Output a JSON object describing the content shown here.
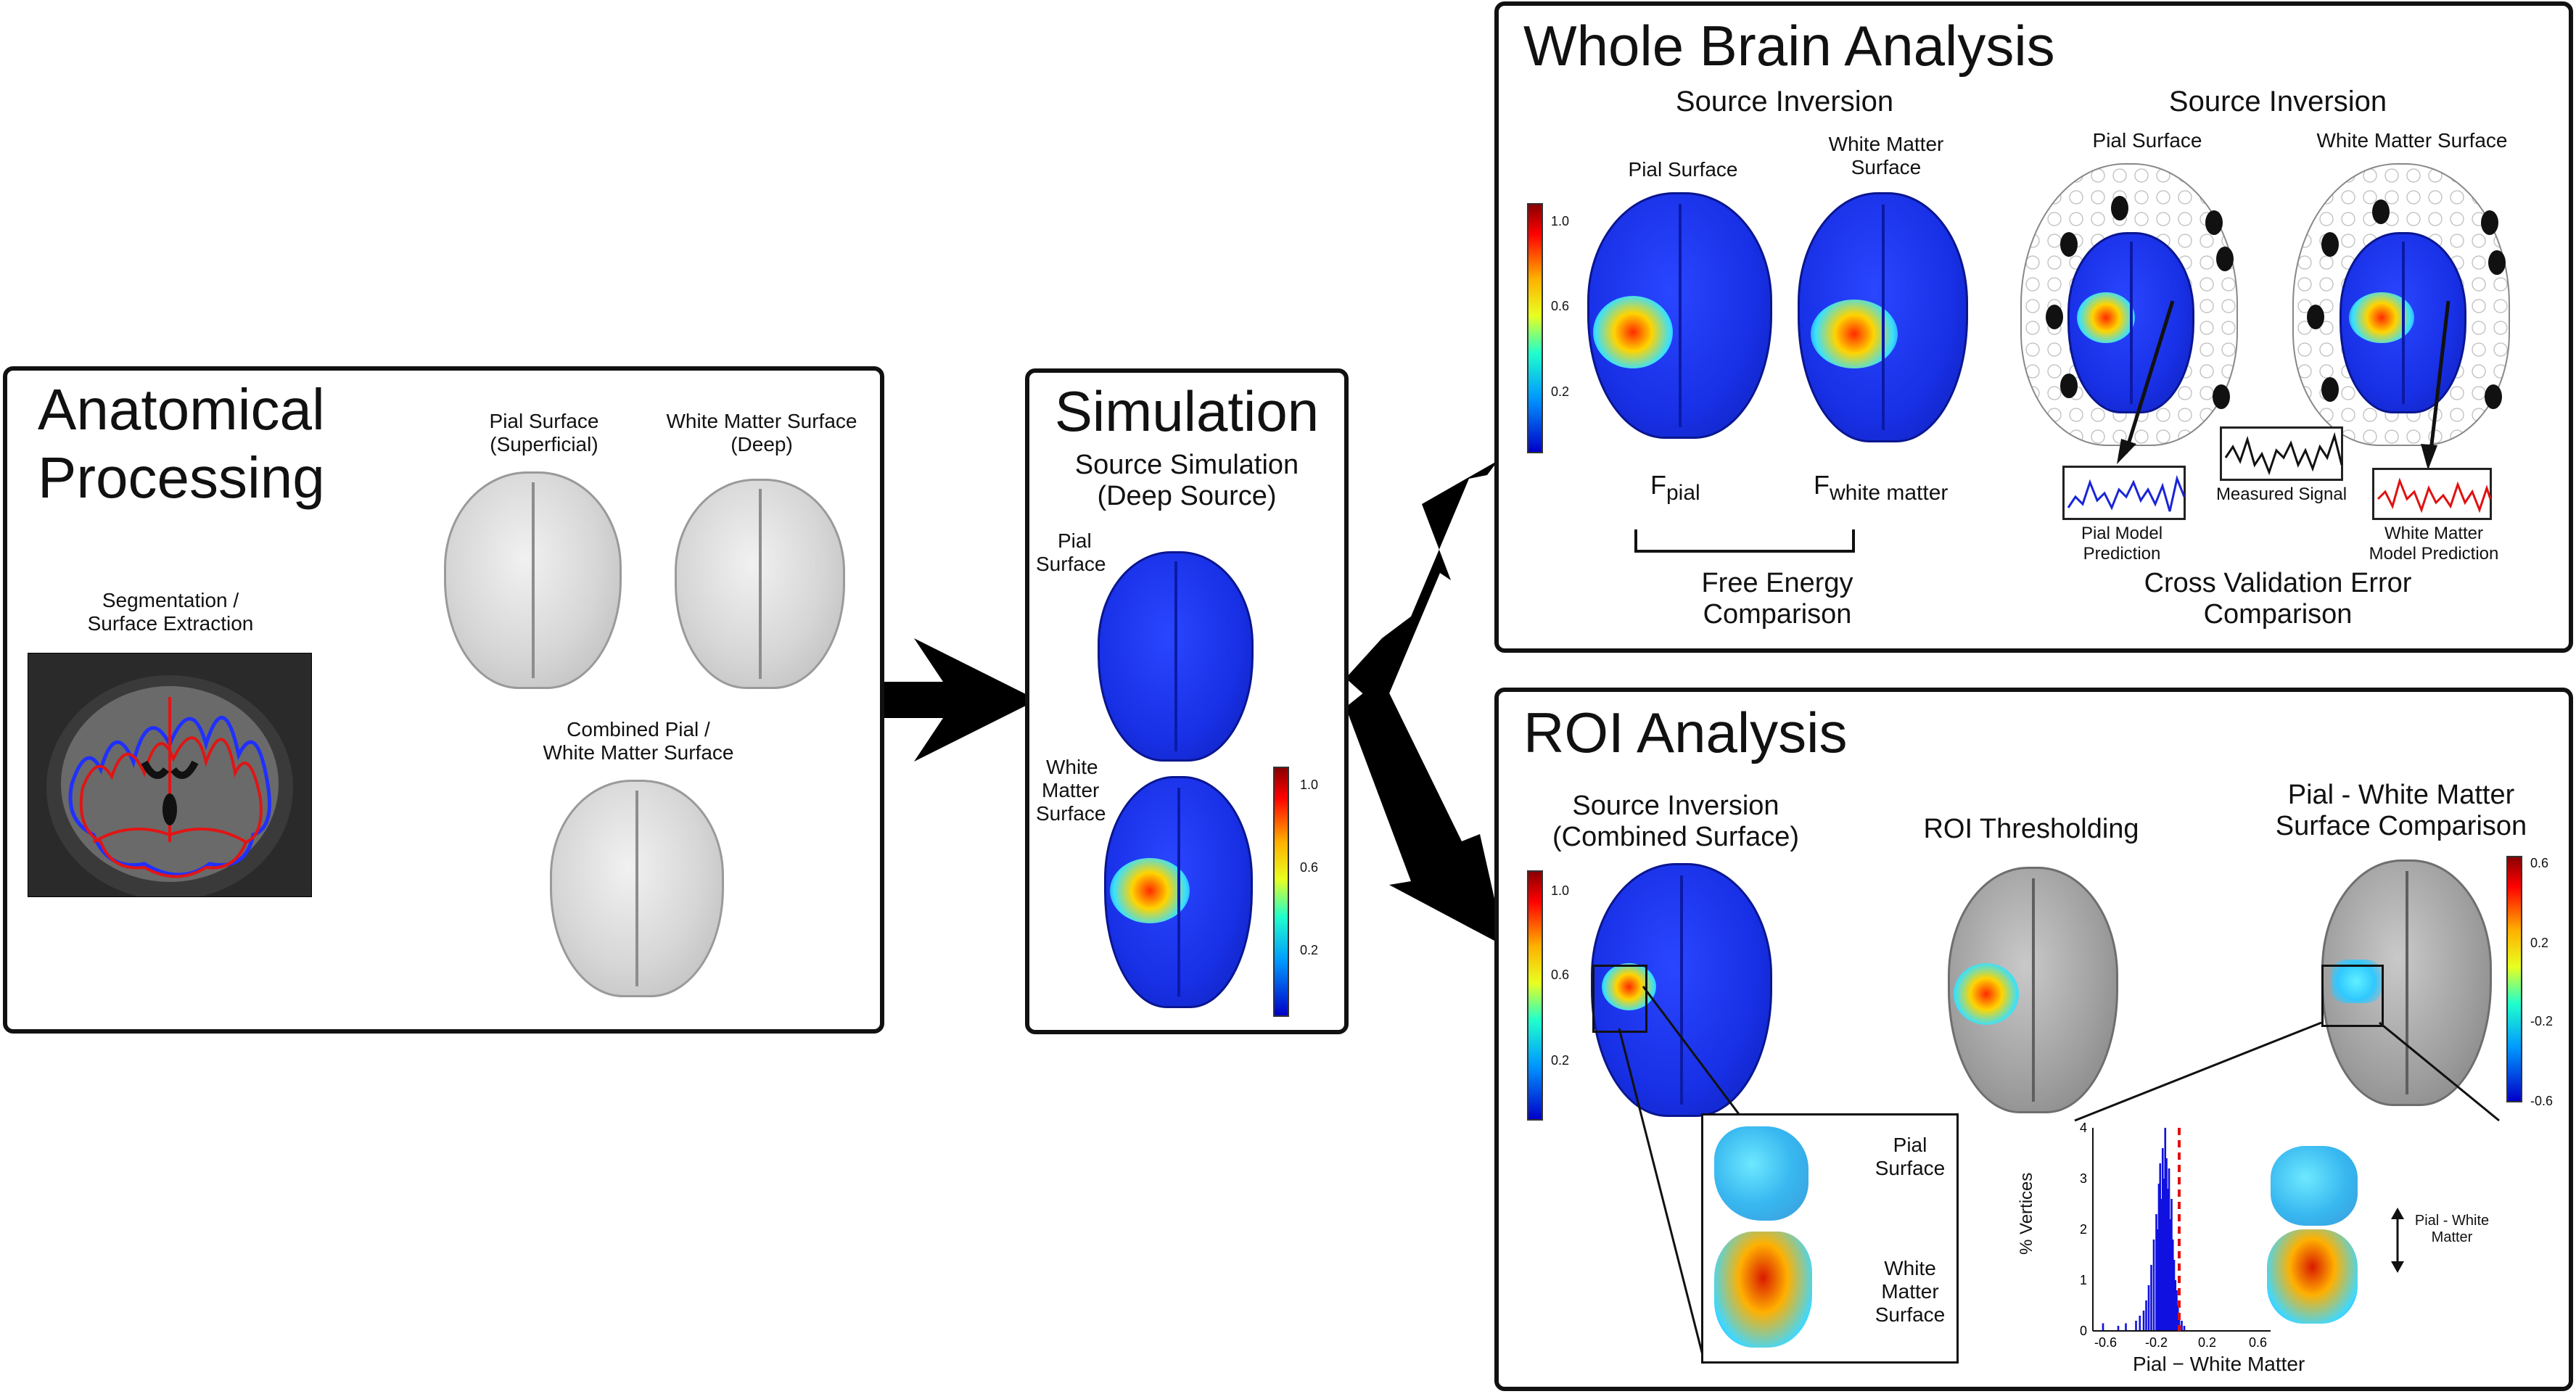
{
  "anatomical": {
    "title_line1": "Anatomical",
    "title_line2": "Processing",
    "segmentation_line1": "Segmentation /",
    "segmentation_line2": "Surface Extraction",
    "pial_line1": "Pial Surface",
    "pial_line2": "(Superficial)",
    "wm_line1": "White Matter Surface",
    "wm_line2": "(Deep)",
    "combined_line1": "Combined Pial /",
    "combined_line2": "White Matter Surface"
  },
  "simulation": {
    "title": "Simulation",
    "sub_line1": "Source Simulation",
    "sub_line2": "(Deep Source)",
    "pial_line1": "Pial",
    "pial_line2": "Surface",
    "wm_line1": "White",
    "wm_line2": "Matter",
    "wm_line3": "Surface",
    "colorbar_ticks": [
      "1.0",
      "0.6",
      "0.2"
    ]
  },
  "whole_brain": {
    "title": "Whole Brain Analysis",
    "left_heading": "Source Inversion",
    "right_heading": "Source Inversion",
    "pial_label": "Pial Surface",
    "wm_label_line1": "White Matter",
    "wm_label_line2": "Surface",
    "f_pial_base": "F",
    "f_pial_sub": "pial",
    "f_wm_base": "F",
    "f_wm_sub": "white matter",
    "free_energy_line1": "Free Energy",
    "free_energy_line2": "Comparison",
    "right_pial_label": "Pial Surface",
    "right_wm_label": "White Matter Surface",
    "measured_signal": "Measured Signal",
    "pial_pred_line1": "Pial Model",
    "pial_pred_line2": "Prediction",
    "wm_pred_line1": "White Matter",
    "wm_pred_line2": "Model Prediction",
    "cv_line1": "Cross Validation Error",
    "cv_line2": "Comparison",
    "colorbar_ticks": [
      "1.0",
      "0.6",
      "0.2"
    ]
  },
  "roi": {
    "title": "ROI Analysis",
    "inv_line1": "Source Inversion",
    "inv_line2": "(Combined Surface)",
    "thresholding": "ROI Thresholding",
    "comp_line1": "Pial - White Matter",
    "comp_line2": "Surface Comparison",
    "zoom_pial_line1": "Pial",
    "zoom_pial_line2": "Surface",
    "zoom_wm_line1": "White",
    "zoom_wm_line2": "Matter",
    "zoom_wm_line3": "Surface",
    "diff_line1": "Pial - White",
    "diff_line2": "Matter",
    "left_colorbar_ticks": [
      "1.0",
      "0.6",
      "0.2"
    ],
    "right_colorbar_ticks": [
      "0.6",
      "0.2",
      "-0.2",
      "-0.6"
    ]
  },
  "chart_data": {
    "type": "bar",
    "xlabel": "Pial − White Matter",
    "ylabel": "% Vertices",
    "xlim": [
      -0.7,
      0.7
    ],
    "ylim": [
      0,
      4
    ],
    "xticks": [
      "-0.6",
      "-0.2",
      "0.2",
      "0.6"
    ],
    "yticks": [
      "0",
      "1",
      "2",
      "3",
      "4"
    ],
    "reference_line_x": -0.02,
    "reference_line_color": "#e01010",
    "bar_color": "#1010e0",
    "x": [
      -0.62,
      -0.5,
      -0.44,
      -0.36,
      -0.33,
      -0.3,
      -0.28,
      -0.26,
      -0.24,
      -0.22,
      -0.2,
      -0.19,
      -0.18,
      -0.17,
      -0.16,
      -0.15,
      -0.14,
      -0.13,
      -0.12,
      -0.11,
      -0.1,
      -0.09,
      -0.08,
      -0.07,
      -0.06,
      -0.05,
      -0.04,
      -0.03,
      -0.02,
      0.0,
      0.02
    ],
    "values": [
      0.15,
      0.1,
      0.15,
      0.2,
      0.3,
      0.4,
      0.6,
      0.9,
      1.3,
      1.8,
      2.3,
      2.0,
      2.9,
      3.3,
      2.6,
      3.6,
      3.0,
      4.0,
      3.4,
      2.8,
      3.2,
      2.2,
      2.6,
      1.8,
      1.4,
      1.0,
      0.8,
      0.5,
      0.3,
      0.2,
      0.1
    ]
  },
  "colors": {
    "panel_border": "#111111",
    "arrow": "#000000",
    "pial_pred_signal": "#1a24d6",
    "wm_pred_signal": "#e01010",
    "measured_signal": "#111111"
  }
}
